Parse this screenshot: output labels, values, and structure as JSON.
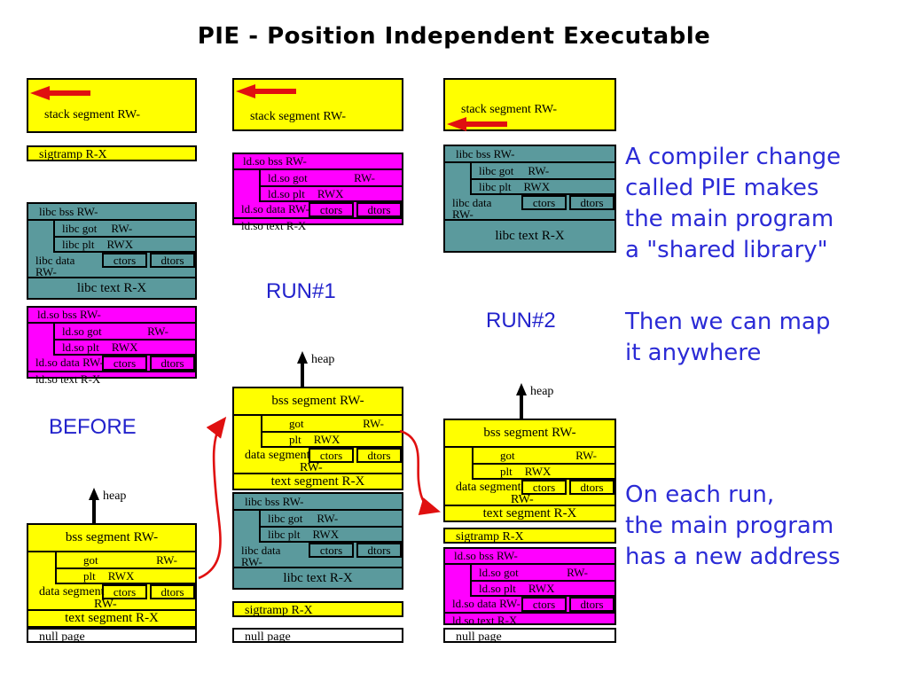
{
  "title": "PIE - Position Independent Executable",
  "colors": {
    "segment_yellow": "#ffff00",
    "ldso_magenta": "#ff00ff",
    "libc_teal": "#5b9a9d",
    "heading_blue": "#2222cc",
    "arrow_red": "#e01010"
  },
  "labels": {
    "stack": "stack segment RW-",
    "sigtramp": "sigtramp R-X",
    "null_page": "null page",
    "heap": "heap",
    "before": "BEFORE",
    "run1": "RUN#1",
    "run2": "RUN#2",
    "ctors": "ctors",
    "dtors": "dtors"
  },
  "libc": {
    "bss": "libc bss RW-",
    "got": "libc got",
    "got_perm": "RW-",
    "plt": "libc plt",
    "plt_perm": "RWX",
    "data": "libc data",
    "data_perm": "RW-",
    "text": "libc text R-X"
  },
  "ldso": {
    "bss": "ld.so bss RW-",
    "got": "ld.so got",
    "got_perm": "RW-",
    "plt": "ld.so plt",
    "plt_perm": "RWX",
    "data": "ld.so data RW-",
    "text": "ld.so text  R-X"
  },
  "main_block": {
    "bss": "bss segment RW-",
    "got": "got",
    "got_perm": "RW-",
    "plt": "plt",
    "plt_perm": "RWX",
    "data": "data segment",
    "data_perm": "RW-",
    "text": "text segment R-X"
  },
  "annotations": {
    "para1": "A compiler change\ncalled PIE makes\nthe main program\na \"shared library\"",
    "para2": "Then we can map\nit anywhere",
    "para3": "On each run,\nthe main program\nhas a new address"
  }
}
